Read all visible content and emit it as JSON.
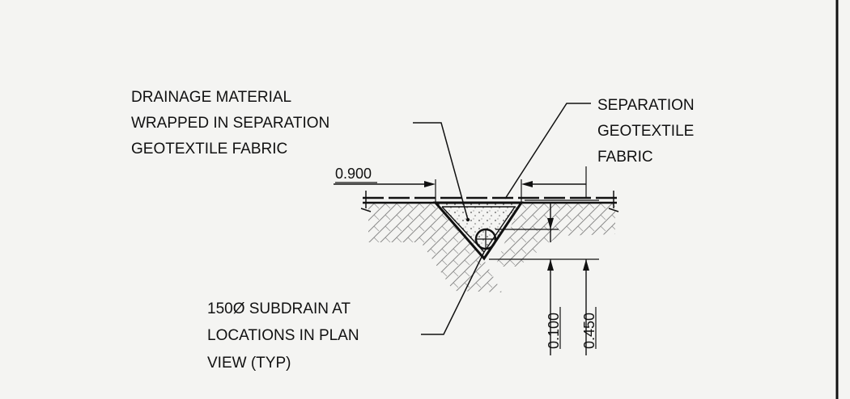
{
  "callouts": {
    "drainage_material": [
      "DRAINAGE MATERIAL",
      "WRAPPED IN SEPARATION",
      "GEOTEXTILE FABRIC"
    ],
    "separation_geotextile": [
      "SEPARATION",
      "GEOTEXTILE",
      "FABRIC"
    ],
    "subdrain": [
      "150Ø SUBDRAIN AT",
      "LOCATIONS IN PLAN",
      "VIEW (TYP)"
    ]
  },
  "dimensions": {
    "top_width": "0.900",
    "pipe_cover": "0.100",
    "total_depth": "0.450"
  }
}
